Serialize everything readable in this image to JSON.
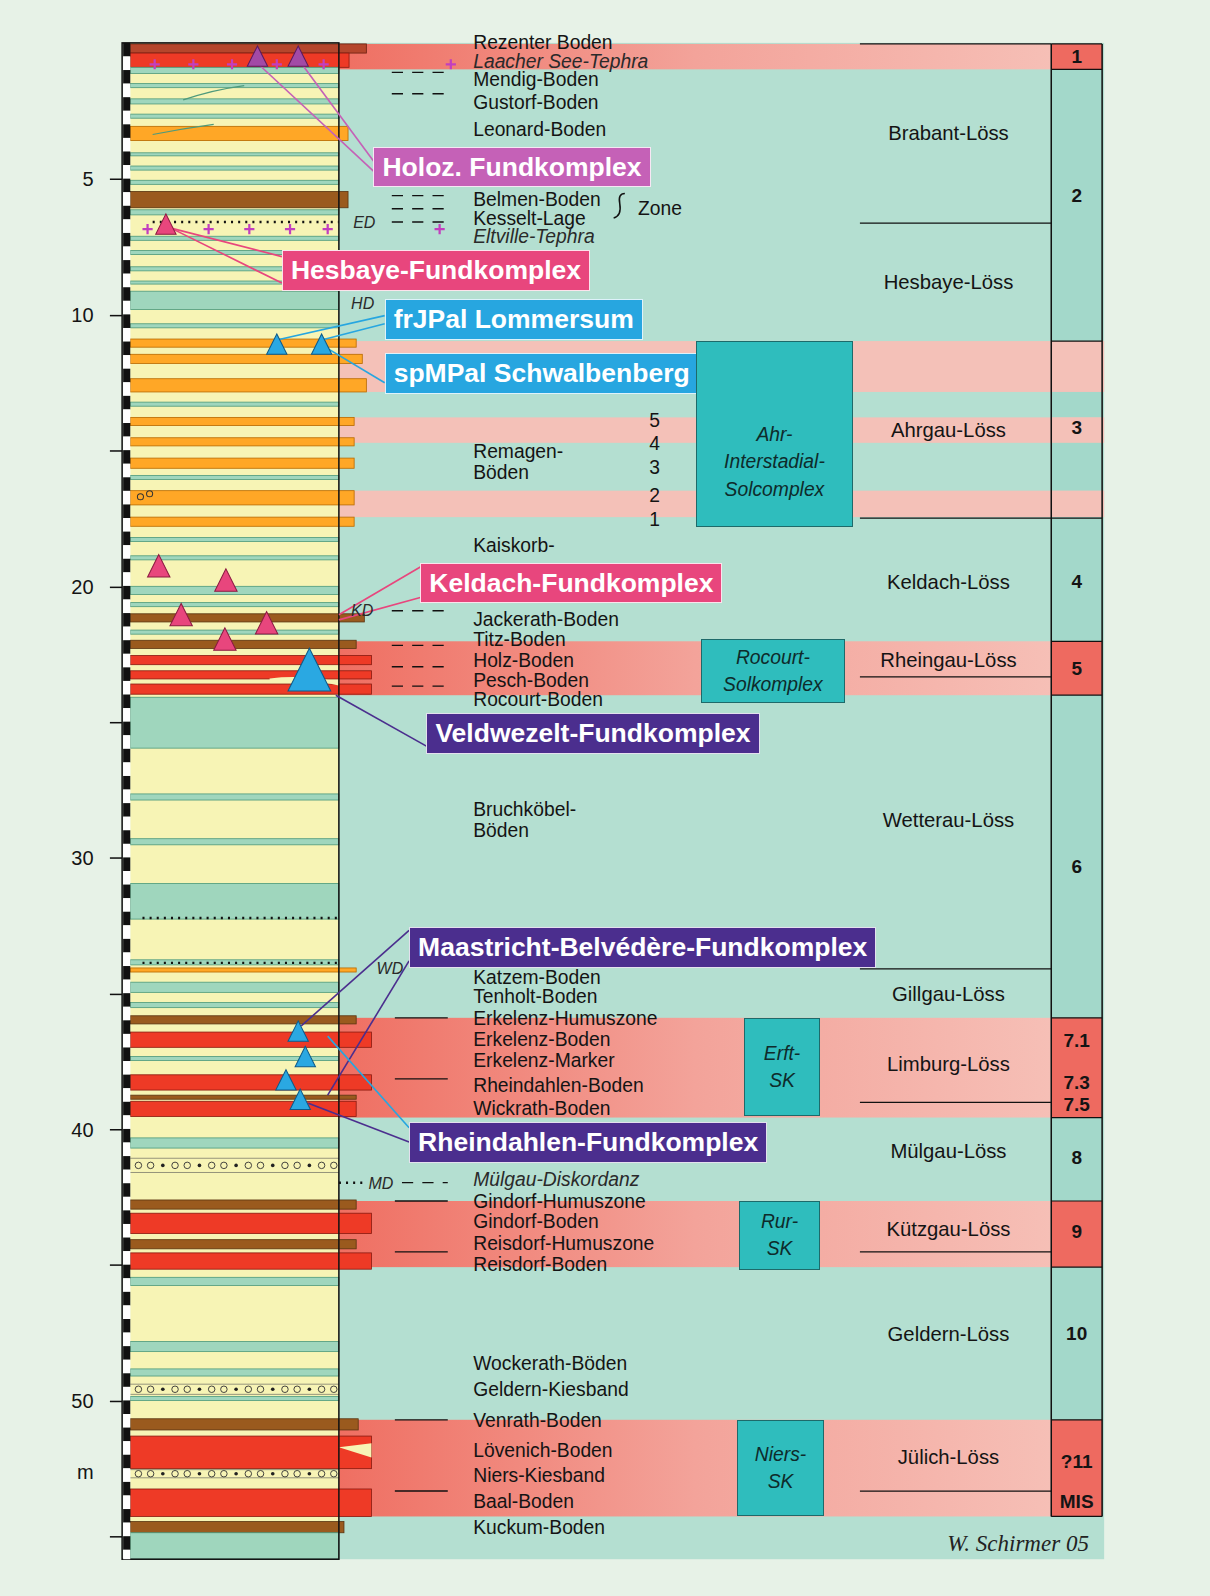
{
  "diagram": {
    "nodes": [
      {
        "text": [
          "Holoz. Fundkomplex"
        ]
      },
      {
        "text": [
          "Hesbaye-Fundkomplex"
        ]
      },
      {
        "text": [
          "frJPal Lommersum"
        ]
      },
      {
        "text": [
          "spMPal Schwalbenberg"
        ]
      },
      {
        "text": [
          "Keldach-Fundkomplex"
        ]
      },
      {
        "text": [
          "Veldwezelt-Fundkomplex"
        ]
      },
      {
        "text": [
          "Maastricht-Belvédère-Fundkomplex"
        ]
      },
      {
        "text": [
          "Rheindahlen-Fundkomplex"
        ]
      },
      {
        "text": [
          "Ahr- Interstadial- Solcomplex"
        ]
      },
      {
        "text": [
          "Rocourt- Solkomplex"
        ]
      },
      {
        "text": [
          "Erft- SK"
        ]
      },
      {
        "text": [
          "Rur- SK"
        ]
      },
      {
        "text": [
          "Niers- SK"
        ]
      }
    ],
    "labels": [
      "5",
      "10",
      "20",
      "30",
      "40",
      "50",
      "m",
      "Rezenter Boden",
      "Laacher See-Tephra",
      "Mendig-Boden",
      "Gustorf-Boden",
      "Leonard-Boden",
      "Belmen-Boden",
      "Kesselt-Lage",
      "Zone",
      "ED",
      "Eltville-Tephra",
      "HD",
      "5",
      "4",
      "3",
      "2",
      "1",
      "Remagen- Böden",
      "Kaiskorb-",
      "KD",
      "Jackerath-Boden",
      "Titz-Boden",
      "Holz-Boden",
      "Pesch-Boden",
      "Rocourt-Boden",
      "Bruchköbel- Böden",
      "WD",
      "Katzem-Boden",
      "Tenholt-Boden",
      "Erkelenz-Humuszone",
      "Erkelenz-Boden",
      "Erkelenz-Marker",
      "Rheindahlen-Boden",
      "Wickrath-Boden",
      "MD",
      "Mülgau-Diskordanz",
      "Gindorf-Humuszone",
      "Gindorf-Boden",
      "Reisdorf-Humuszone",
      "Reisdorf-Boden",
      "Wockerath-Böden",
      "Geldern-Kiesband",
      "Venrath-Boden",
      "Lövenich-Boden",
      "Niers-Kiesband",
      "Baal-Boden",
      "Kuckum-Boden",
      "Brabant-Löss",
      "Hesbaye-Löss",
      "Ahrgau-Löss",
      "Keldach-Löss",
      "Rheingau-Löss",
      "Wetterau-Löss",
      "Gillgau-Löss",
      "Limburg-Löss",
      "Mülgau-Löss",
      "Kützgau-Löss",
      "Geldern-Löss",
      "Jülich-Löss",
      "1",
      "2",
      "3",
      "4",
      "5",
      "6",
      "7.1",
      "7.3",
      "7.5",
      "8",
      "9",
      "10",
      "?11",
      "MIS",
      "W. Schirmer 05"
    ]
  }
}
